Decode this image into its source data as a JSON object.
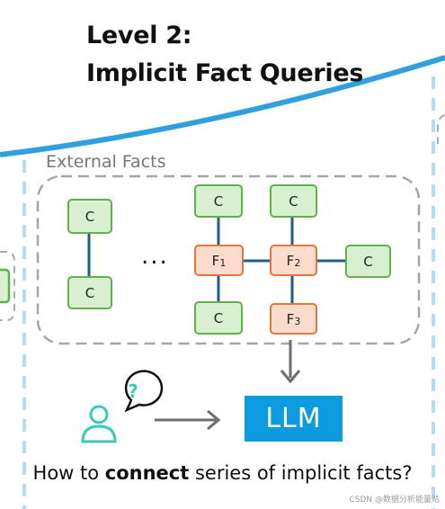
{
  "title": {
    "line1": "Level 2:",
    "line2": "Implicit Fact Queries"
  },
  "external_facts_label": "External Facts",
  "ellipsis": "...",
  "nodes": {
    "c_left_top": "C",
    "c_left_bottom": "C",
    "c_f1_top": "C",
    "c_f1_bottom": "C",
    "c_f2_top": "C",
    "c_f2_right": "C",
    "f1": "F1",
    "f2": "F2",
    "f3": "F3"
  },
  "llm_label": "LLM",
  "question": {
    "before": "How to ",
    "bold": "connect",
    "after": " series of implicit facts?"
  },
  "watermark": "CSDN @数据分析能量站",
  "colors": {
    "accent_blue": "#2f9fe0",
    "dashed_border_blue": "#b7dcf0",
    "c_node_fill": "#d9f0d0",
    "c_node_border": "#5fb14a",
    "f_node_fill": "#fbdccc",
    "f_node_border": "#e2773c",
    "link": "#1f5f86",
    "llm_fill": "#0d9be0",
    "user_icon": "#3cc9b8"
  }
}
